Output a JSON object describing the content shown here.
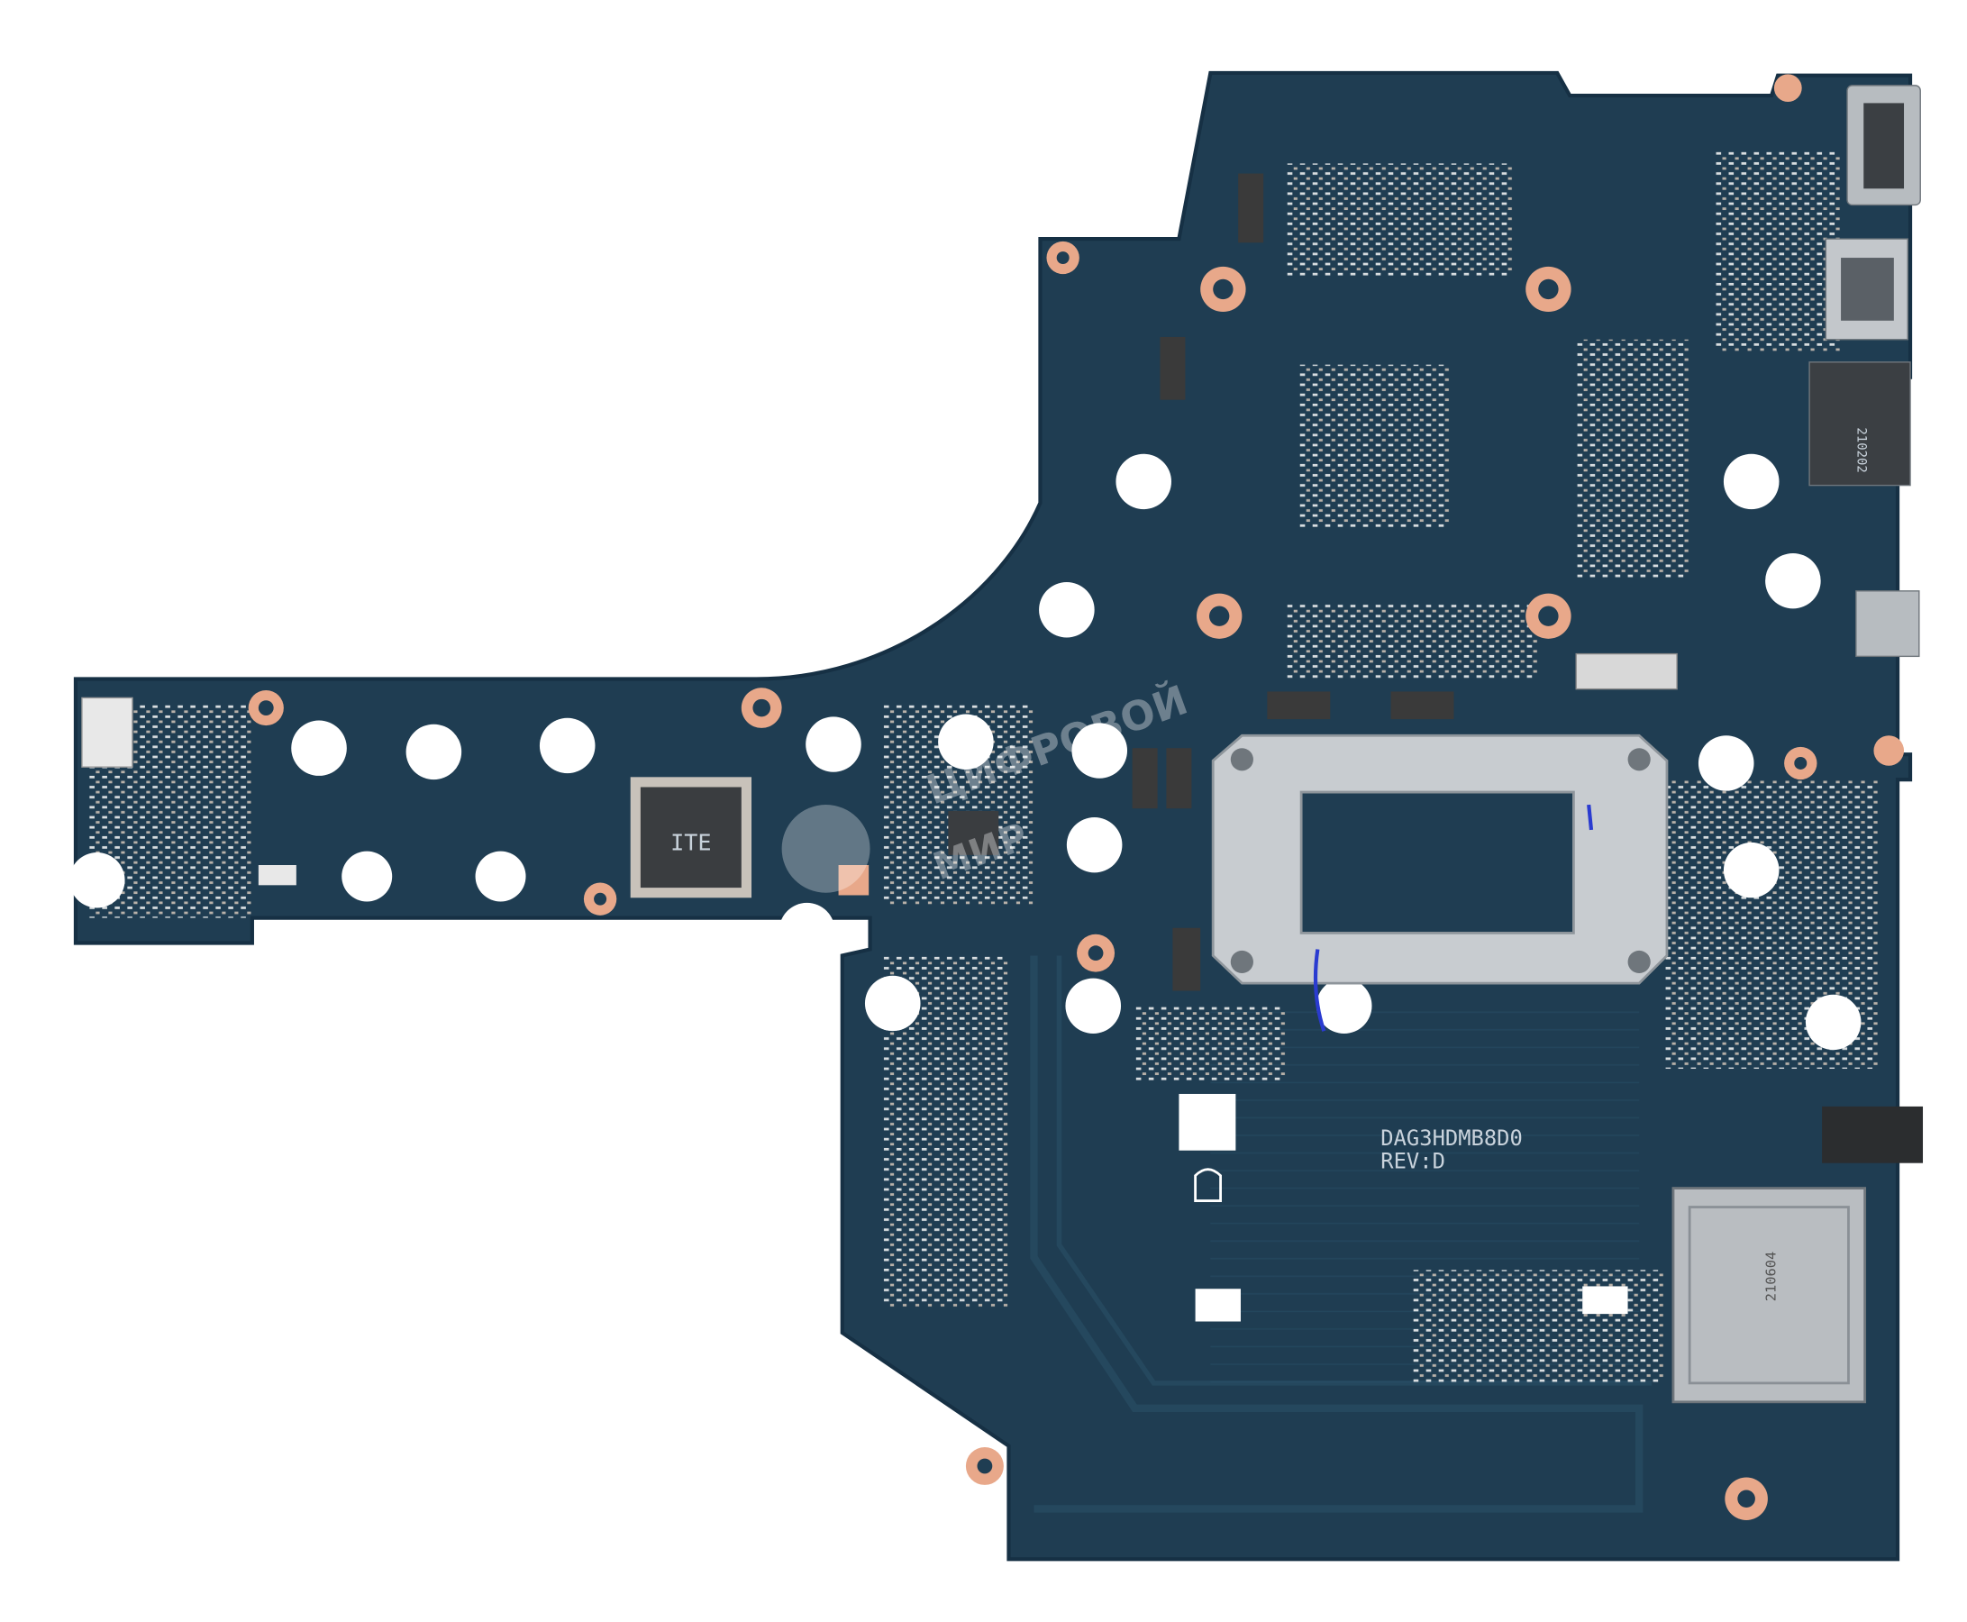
{
  "board": {
    "label": "DAG3HDMB8D0",
    "revision": "REV:D",
    "colors": {
      "pcb": "#1f3d52",
      "pcb_dark": "#183246",
      "copper": "#e8a88a",
      "pad": "#ffffff",
      "bracket": "#c8ccd0"
    }
  },
  "watermark": {
    "line1": "ЦИФРОВОЙ",
    "line2": "МИР"
  },
  "chips": {
    "ec_chip_marking": "ITE",
    "sd_slot_code": "210604",
    "port_code": "210202"
  }
}
